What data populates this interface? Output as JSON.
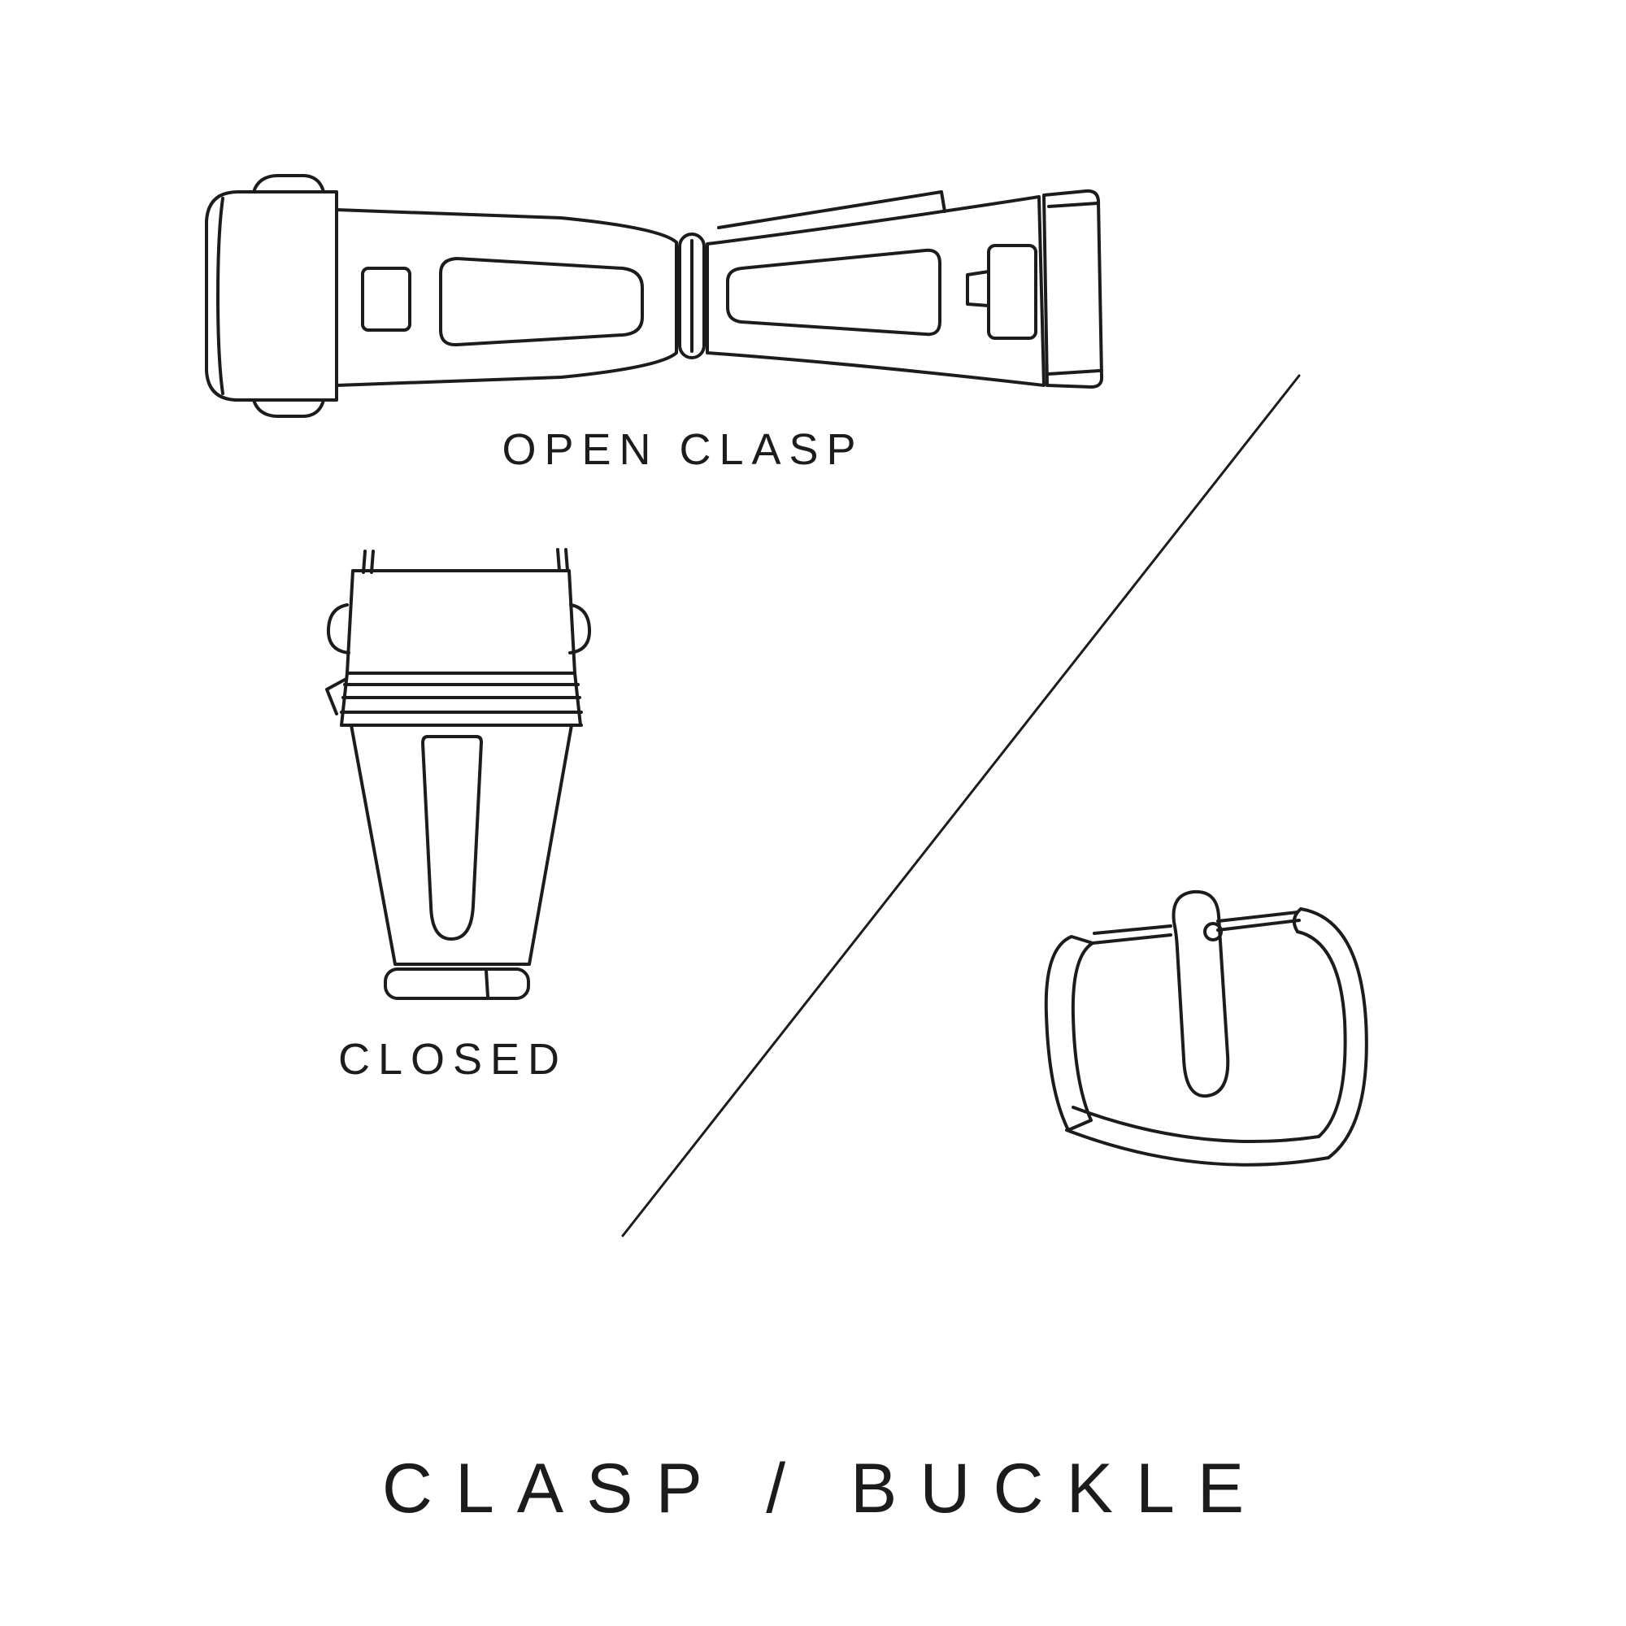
{
  "page": {
    "background": "#ffffff",
    "ink": "#1c1c1c",
    "title": "CLASP / BUCKLE"
  },
  "labels": {
    "open_clasp": "OPEN CLASP",
    "closed": "CLOSED"
  },
  "illustrations": {
    "open_clasp": "watch-deployant-clasp-open-top-view",
    "closed_clasp": "watch-clasp-closed-front-view",
    "buckle": "watch-tang-buckle-three-quarter-view",
    "divider": "diagonal-divider-line"
  }
}
